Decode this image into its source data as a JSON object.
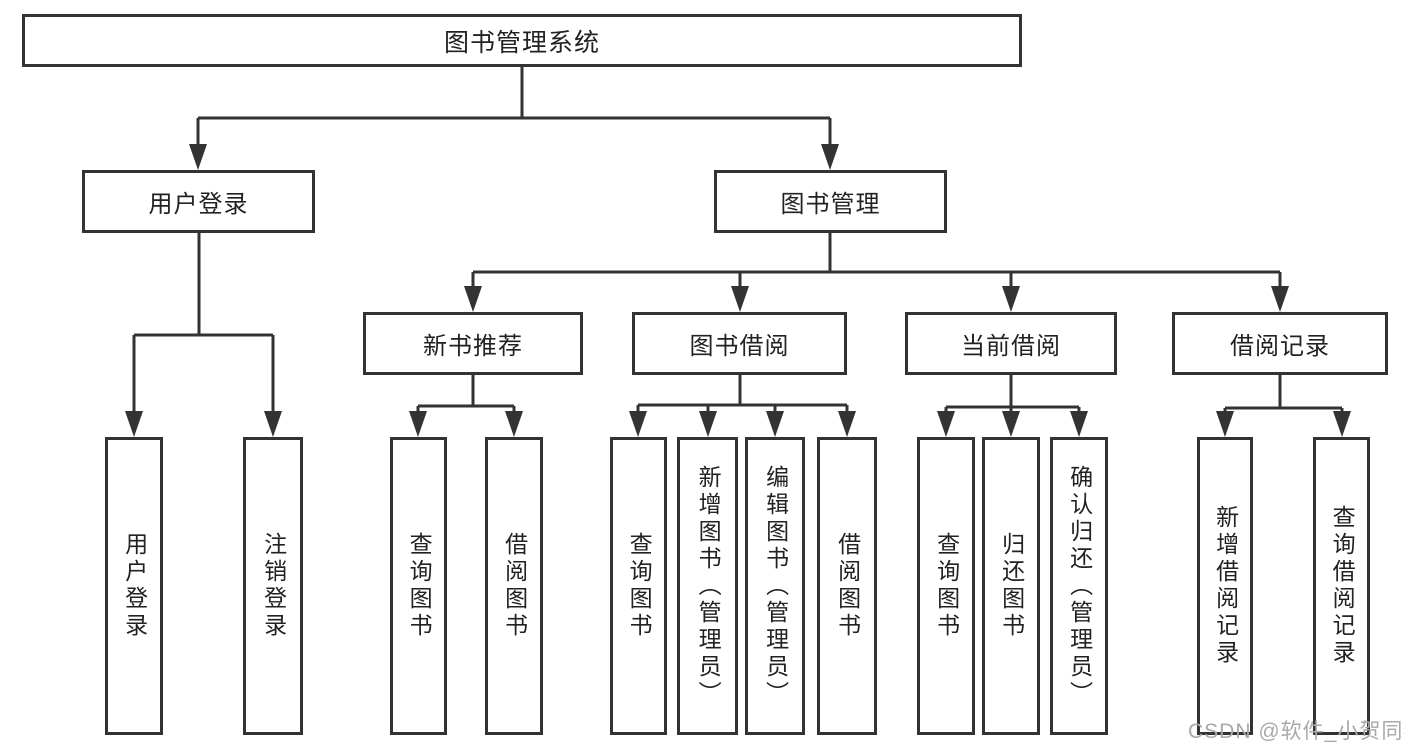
{
  "diagram": {
    "type": "org-tree",
    "line_color": "#333333",
    "text_color": "#222222",
    "background": "#ffffff",
    "watermark": "CSDN @软件_小贺同学",
    "watermark_color": "#a9a9a9"
  },
  "tree": {
    "root": {
      "label": "图书管理系统"
    },
    "branches": [
      {
        "label": "用户登录",
        "children": [
          {
            "label": "用户登录"
          },
          {
            "label": "注销登录"
          }
        ]
      },
      {
        "label": "图书管理",
        "children": [
          {
            "label": "新书推荐",
            "children": [
              {
                "label": "查询图书"
              },
              {
                "label": "借阅图书"
              }
            ]
          },
          {
            "label": "图书借阅",
            "children": [
              {
                "label": "查询图书"
              },
              {
                "label": "新增图书（管理员）"
              },
              {
                "label": "编辑图书（管理员）"
              },
              {
                "label": "借阅图书"
              }
            ]
          },
          {
            "label": "当前借阅",
            "children": [
              {
                "label": "查询图书"
              },
              {
                "label": "归还图书"
              },
              {
                "label": "确认归还（管理员）"
              }
            ]
          },
          {
            "label": "借阅记录",
            "children": [
              {
                "label": "新增借阅记录"
              },
              {
                "label": "查询借阅记录"
              }
            ]
          }
        ]
      }
    ]
  }
}
